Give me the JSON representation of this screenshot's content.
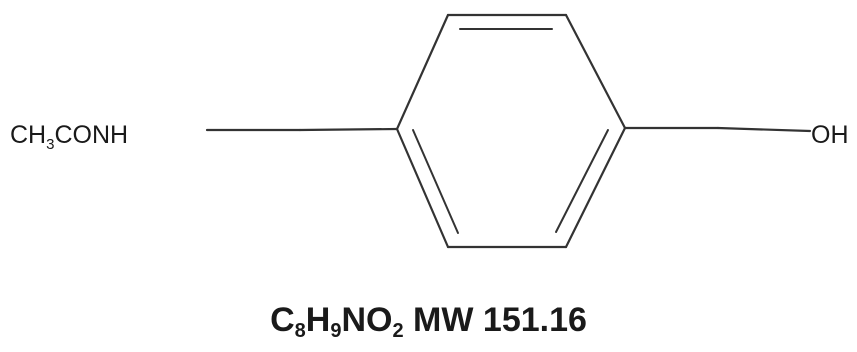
{
  "molecule": {
    "left_group": {
      "prefix": "CH",
      "sub": "3",
      "suffix": "CONH"
    },
    "right_group": "OH",
    "formula": {
      "parts": [
        {
          "text": "C",
          "sub": "8"
        },
        {
          "text": "H",
          "sub": "9"
        },
        {
          "text": "NO",
          "sub": "2"
        }
      ],
      "mw": "MW 151.16"
    }
  }
}
